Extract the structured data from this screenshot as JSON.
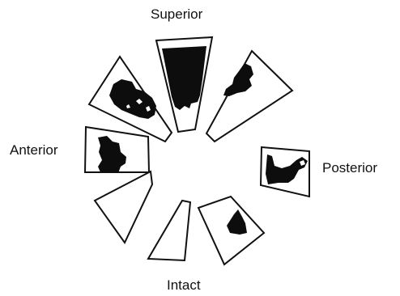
{
  "labels": {
    "superior": "Superior",
    "anterior": "Anterior",
    "posterior": "Posterior",
    "intact": "Intact"
  },
  "colors": {
    "outline": "#111111",
    "lesion": "#0d0d0d",
    "background": "#ffffff"
  }
}
